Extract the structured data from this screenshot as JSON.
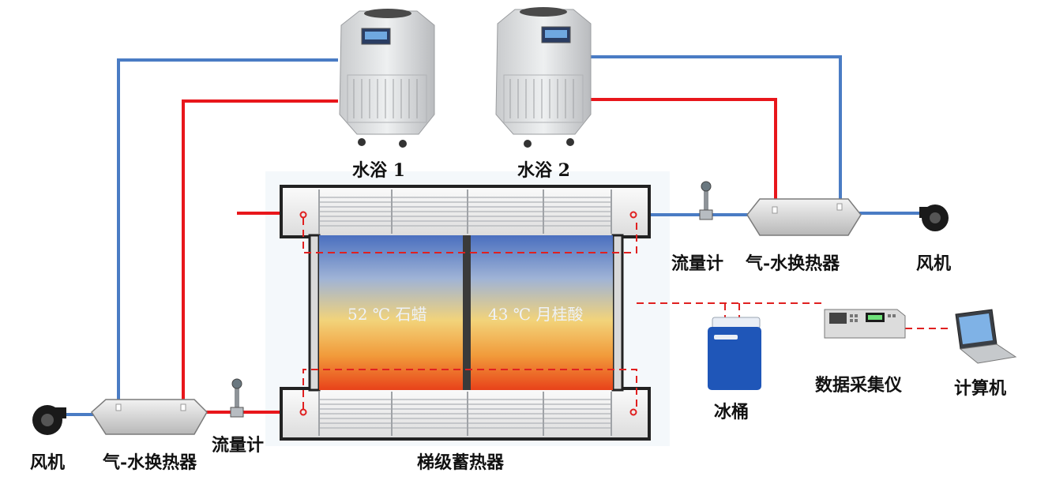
{
  "labels": {
    "water_bath_1": "水浴 1",
    "water_bath_2": "水浴 2",
    "flowmeter_right": "流量计",
    "flowmeter_left": "流量计",
    "hx_right": "气-水换热器",
    "hx_left": "气-水换热器",
    "fan_right": "风机",
    "fan_left": "风机",
    "ice_bucket": "冰桶",
    "daq": "数据采集仪",
    "computer": "计算机",
    "storage": "梯级蓄热器"
  },
  "pcm": {
    "left": "52 ℃ 石蜡",
    "right": "43 ℃ 月桂酸"
  },
  "colors": {
    "hot_pipe": "#e8161b",
    "cold_pipe": "#4a7cc4",
    "thermocouple": "#e02020",
    "pcm_top": "#4a6fbf",
    "pcm_mid": "#f2d37a",
    "pcm_bottom": "#e8421a",
    "ice_bucket": "#1f56b8"
  }
}
